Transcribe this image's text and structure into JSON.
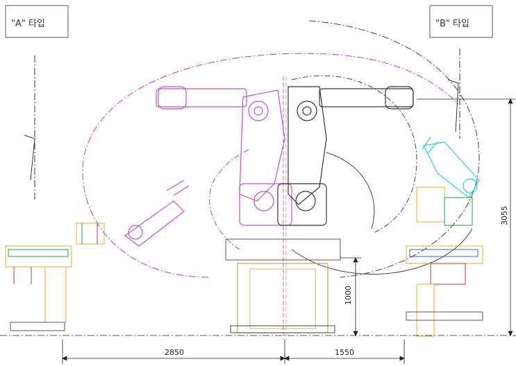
{
  "labels": {
    "type_a": "\"A\" 타입",
    "type_b": "\"B\" 타입"
  },
  "dimensions": {
    "left_width": "2850",
    "right_width": "1550",
    "base_height": "1000",
    "total_height": "3055"
  },
  "colors": {
    "pose_a": "#c050d0",
    "pose_b": "#333333",
    "pose_b_tool": "#30c8e0",
    "reach_a": "#b040c0",
    "reach_b": "#444444",
    "station": "#e0b020",
    "station_accent": "#20a040",
    "dimension_line": "#222222"
  }
}
